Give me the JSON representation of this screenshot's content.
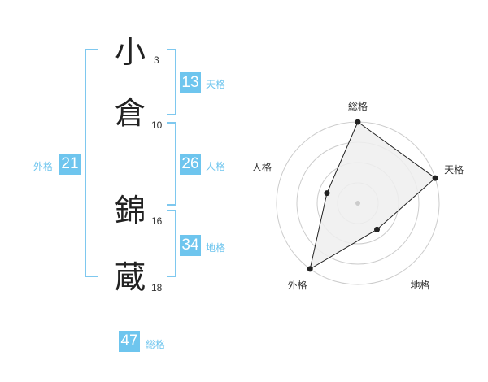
{
  "characters": [
    {
      "char": "小",
      "strokes": "3"
    },
    {
      "char": "倉",
      "strokes": "10"
    },
    {
      "char": "錦",
      "strokes": "16"
    },
    {
      "char": "蔵",
      "strokes": "18"
    }
  ],
  "fortunes": {
    "tenkaku": {
      "value": "13",
      "label": "天格"
    },
    "jinkaku": {
      "value": "26",
      "label": "人格"
    },
    "chikaku": {
      "value": "34",
      "label": "地格"
    },
    "gaikaku": {
      "value": "21",
      "label": "外格"
    },
    "soukaku": {
      "value": "47",
      "label": "総格"
    }
  },
  "chart_data": {
    "type": "radar",
    "axes": [
      "総格",
      "天格",
      "地格",
      "外格",
      "人格"
    ],
    "values": [
      5,
      5,
      2,
      5,
      2
    ],
    "max": 5,
    "rings": 4,
    "colors": {
      "fill": "#eeeeee",
      "line": "#222222",
      "grid": "#cccccc",
      "center": "#cccccc"
    }
  }
}
